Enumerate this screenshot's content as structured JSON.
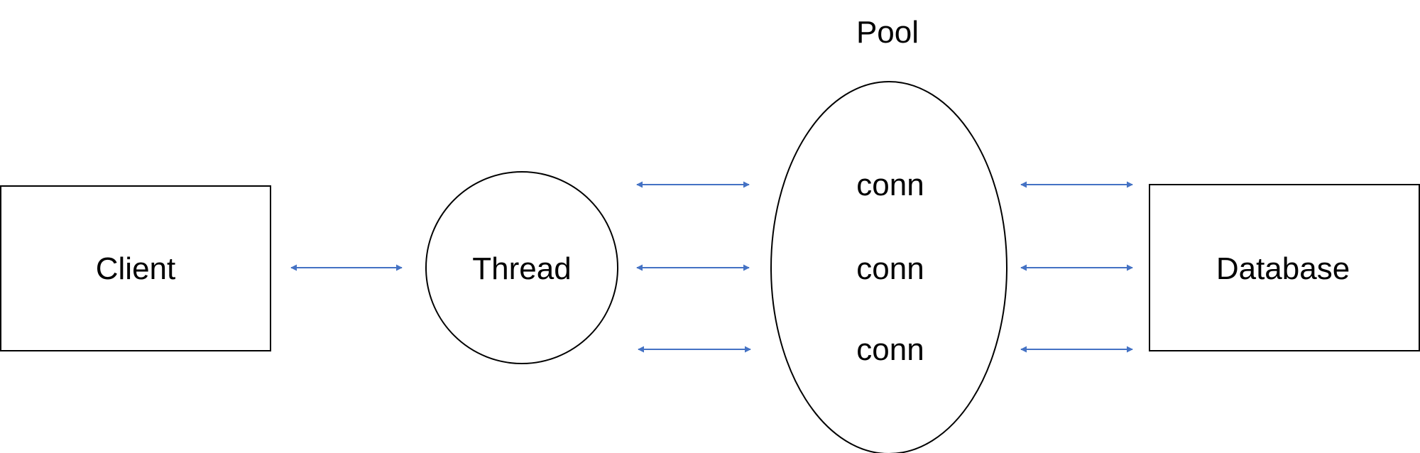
{
  "diagram": {
    "pool_title": "Pool",
    "client": {
      "label": "Client"
    },
    "thread": {
      "label": "Thread"
    },
    "pool": {
      "connections": [
        {
          "label": "conn"
        },
        {
          "label": "conn"
        },
        {
          "label": "conn"
        }
      ]
    },
    "database": {
      "label": "Database"
    }
  },
  "colors": {
    "arrow": "#4472c4",
    "stroke": "#000000",
    "text": "#000000",
    "background": "#ffffff"
  }
}
